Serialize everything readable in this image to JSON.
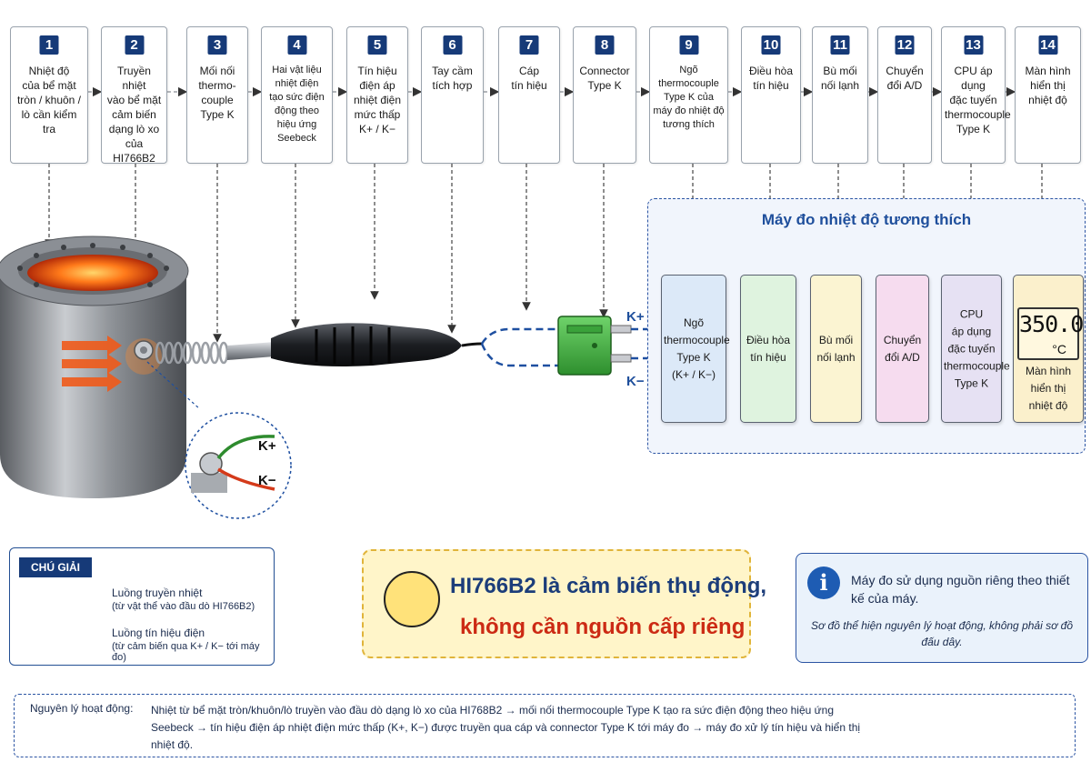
{
  "steps": [
    {
      "num": "1",
      "text": "Nhiệt độ\ncủa bể mặt\ntròn / khuôn /\nlò cần kiểm tra"
    },
    {
      "num": "2",
      "text": "Truyền nhiệt\nvào bể mặt\ncảm biến\ndạng lò xo\ncủa HI766B2"
    },
    {
      "num": "3",
      "text": "Mối nối\nthermo-\ncouple\nType K"
    },
    {
      "num": "4",
      "text": "Hai vật liệu\nnhiệt điện\ntạo sức điện\nđộng theo\nhiệu ứng\nSeebeck"
    },
    {
      "num": "5",
      "text": "Tín hiệu\nđiện áp\nnhiệt điện\nmức thấp\nK+ / K−"
    },
    {
      "num": "6",
      "text": "Tay cầm\ntích hợp"
    },
    {
      "num": "7",
      "text": "Cáp\ntín hiệu"
    },
    {
      "num": "8",
      "text": "Connector\nType K"
    },
    {
      "num": "9",
      "text": "Ngõ\nthermocouple\nType K của\nmáy đo nhiệt độ\ntương thích"
    },
    {
      "num": "10",
      "text": "Điều hòa\ntín hiệu"
    },
    {
      "num": "11",
      "text": "Bù mối\nnối lạnh"
    },
    {
      "num": "12",
      "text": "Chuyển\nđổi A/D"
    },
    {
      "num": "13",
      "text": "CPU áp dụng\nđặc tuyến\nthermocouple\nType K"
    },
    {
      "num": "14",
      "text": "Màn hình\nhiển thị\nnhiệt độ"
    }
  ],
  "machine": {
    "title": "Máy đo nhiệt độ tương thích",
    "blocks": [
      {
        "text": "Ngõ\nthermocouple\nType K\n(K+ / K−)",
        "color": "#dce9f8"
      },
      {
        "text": "Điều hòa\ntín hiệu",
        "color": "#dff3df"
      },
      {
        "text": "Bù mối\nnối lạnh",
        "color": "#fbf4d2"
      },
      {
        "text": "Chuyển\nđổi A/D",
        "color": "#f6dcef"
      },
      {
        "text": "CPU\náp dụng\nđặc tuyến\nthermocouple\nType K",
        "color": "#e6e1f3"
      },
      {
        "text": "Màn hình\nhiển thị\nnhiệt độ",
        "color": "#fbf0cc"
      }
    ],
    "display_value": "350.0",
    "display_unit": "°C",
    "kplus": "K+",
    "kminus": "K−"
  },
  "inset": {
    "kplus": "K+",
    "kminus": "K−"
  },
  "legend": {
    "title": "CHÚ GIẢI",
    "heat_label": "Luồng truyền nhiệt",
    "heat_sub": "(từ vật thể vào đầu dò HI766B2)",
    "signal_label": "Luồng tín hiệu điện",
    "signal_sub": "(từ cảm biến qua K+ / K− tới máy đo)",
    "heat_color": "#f05a1a",
    "signal_color": "#1e4fa0"
  },
  "notice": {
    "line1": "HI766B2 là cảm biến thụ động,",
    "line2": "không cần nguồn cấp riêng",
    "icon": "lightbulb-icon"
  },
  "info": {
    "icon_char": "i",
    "text1": "Máy đo sử dụng nguồn riêng theo thiết kế của máy.",
    "text2": "Sơ đồ thể hiện nguyên lý hoạt động, không phải sơ đồ đấu dây."
  },
  "principle": {
    "label": "Nguyên lý hoạt động:",
    "text": "Nhiệt từ bể mặt tròn/khuôn/lò truyền vào đầu dò dạng lò xo của HI768B2 → mối nối thermocouple Type K tạo ra sức điện động theo hiệu ứng Seebeck → tín hiệu điện áp nhiệt điện mức thấp (K+, K−) được truyền qua cáp và connector Type K tới máy đo → máy đo xử lý tín hiệu và hiển thị nhiệt độ."
  }
}
